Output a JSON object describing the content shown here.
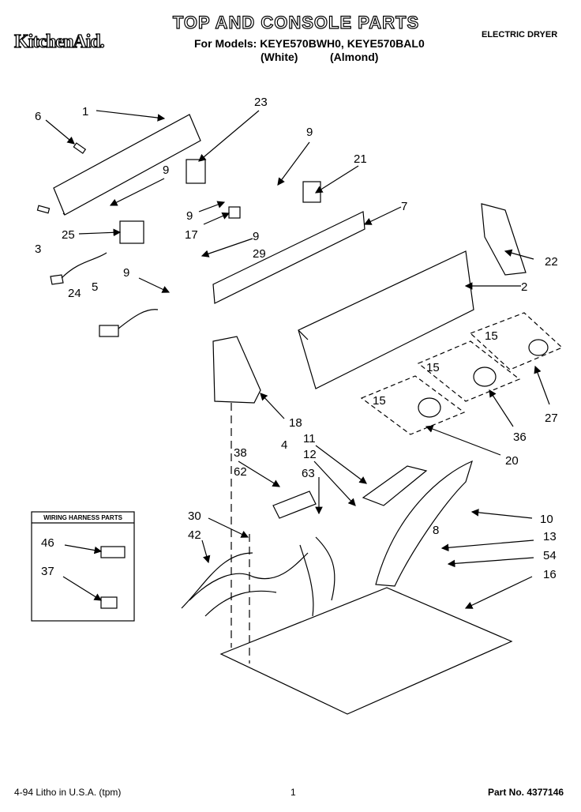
{
  "header": {
    "title": "TOP AND CONSOLE PARTS",
    "brand": "KitchenAid.",
    "models": "For Models: KEYE570BWH0, KEYE570BAL0",
    "variant_white": "(White)",
    "variant_almond": "(Almond)",
    "product_type": "ELECTRIC DRYER"
  },
  "inset": {
    "title": "WIRING HARNESS PARTS"
  },
  "callouts": [
    "1",
    "6",
    "23",
    "9",
    "21",
    "7",
    "9",
    "3",
    "25",
    "9",
    "17",
    "9",
    "29",
    "22",
    "2",
    "24",
    "5",
    "9",
    "15",
    "27",
    "15",
    "15",
    "36",
    "20",
    "18",
    "4",
    "11",
    "38",
    "12",
    "62",
    "63",
    "10",
    "8",
    "13",
    "54",
    "16",
    "30",
    "42",
    "46",
    "37"
  ],
  "footer": {
    "print_info": "4-94 Litho in U.S.A. (tpm)",
    "page_number": "1",
    "part_number": "Part No. 4377146"
  }
}
